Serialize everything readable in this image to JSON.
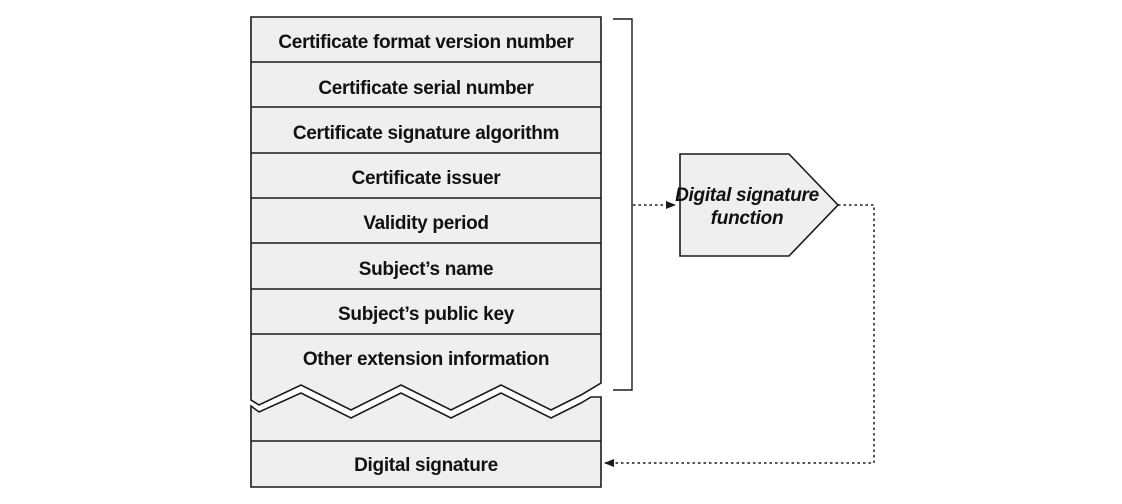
{
  "certificate": {
    "fields": [
      "Certificate format version number",
      "Certificate serial number",
      "Certificate signature algorithm",
      "Certificate issuer",
      "Validity period",
      "Subject’s name",
      "Subject’s public key",
      "Other extension information"
    ],
    "signature_field": "Digital signature"
  },
  "function_box": {
    "line1": "Digital signature",
    "line2": "function"
  },
  "colors": {
    "box_fill": "#efefef",
    "stroke": "#1a1a1a",
    "background": "#ffffff"
  }
}
